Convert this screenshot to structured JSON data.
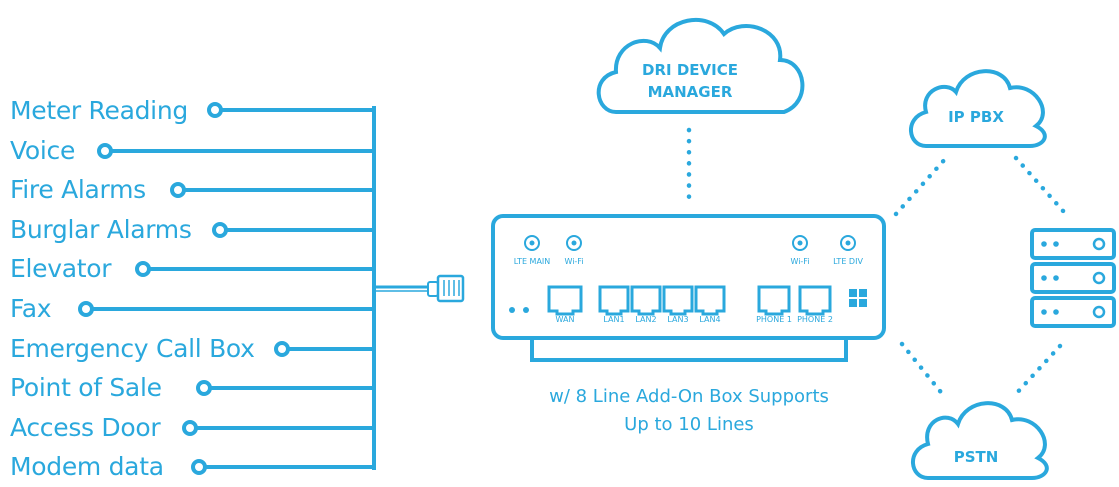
{
  "colors": {
    "accent": "#2aa8dd",
    "background": "#ffffff"
  },
  "devices": [
    {
      "label": "Meter Reading"
    },
    {
      "label": "Voice"
    },
    {
      "label": "Fire Alarms"
    },
    {
      "label": "Burglar Alarms"
    },
    {
      "label": "Elevator"
    },
    {
      "label": "Fax"
    },
    {
      "label": "Emergency Call Box"
    },
    {
      "label": "Point of Sale"
    },
    {
      "label": "Access Door"
    },
    {
      "label": "Modem data"
    }
  ],
  "clouds": {
    "device_manager": {
      "line1": "DRI DEVICE",
      "line2": "MANAGER"
    },
    "ip_pbx": {
      "label": "IP PBX"
    },
    "pstn": {
      "label": "PSTN"
    }
  },
  "router": {
    "antennas": {
      "lte_main": "LTE MAIN",
      "wifi_left": "Wi-Fi",
      "wifi_right": "Wi-Fi",
      "lte_div": "LTE DIV"
    },
    "ports": {
      "wan": "WAN",
      "lan1": "LAN1",
      "lan2": "LAN2",
      "lan3": "LAN3",
      "lan4": "LAN4",
      "phone1": "PHONE 1",
      "phone2": "PHONE 2"
    }
  },
  "caption": {
    "line1": "w/ 8 Line Add-On Box Supports",
    "line2": "Up to 10 Lines"
  },
  "icons": {
    "connector": "rj45-plug-icon",
    "server": "server-stack-icon",
    "logo": "windows-logo-icon",
    "antenna": "antenna-icon"
  }
}
